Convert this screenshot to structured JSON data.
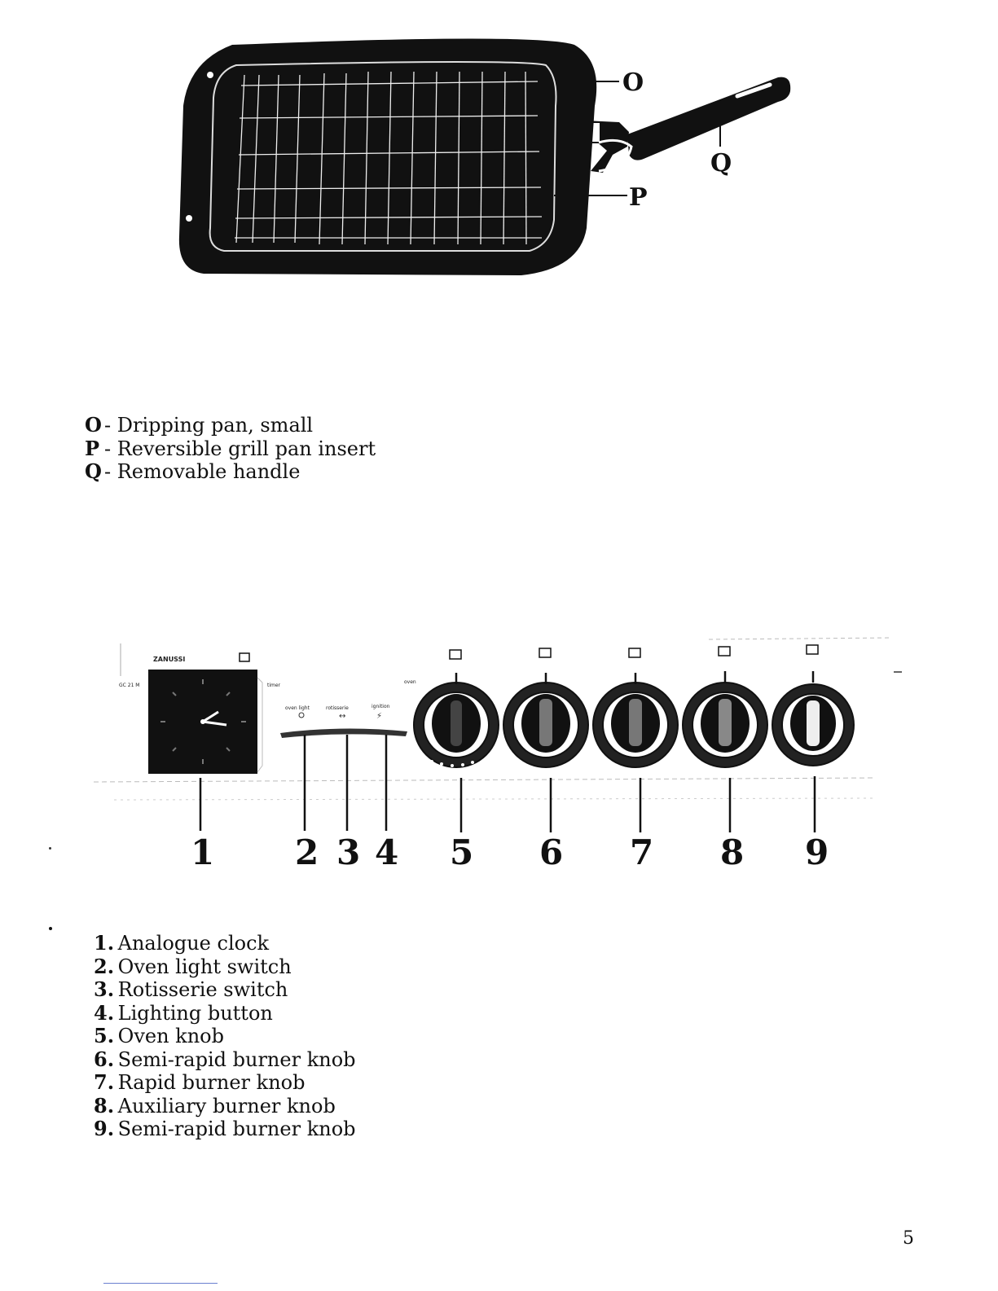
{
  "grill_figure": {
    "callouts": {
      "o": "O",
      "p": "P",
      "q": "Q"
    }
  },
  "accessory_legend": [
    {
      "key": "O",
      "text": "- Dripping pan, small"
    },
    {
      "key": "P",
      "text": "- Reversible grill pan insert"
    },
    {
      "key": "Q",
      "text": "- Removable handle"
    }
  ],
  "panel_figure": {
    "brand": "ZANUSSI",
    "model": "GC 21 M",
    "labels": {
      "timer": "timer",
      "oven": "oven",
      "oven_light": "oven light",
      "rotisserie": "rotisserie",
      "ignition": "ignition"
    },
    "numbers": [
      "1",
      "2",
      "3",
      "4",
      "5",
      "6",
      "7",
      "8",
      "9"
    ]
  },
  "controls_legend": [
    {
      "key": "1.",
      "text": "Analogue clock"
    },
    {
      "key": "2.",
      "text": "Oven light switch"
    },
    {
      "key": "3.",
      "text": "Rotisserie switch"
    },
    {
      "key": "4.",
      "text": "Lighting button"
    },
    {
      "key": "5.",
      "text": "Oven knob"
    },
    {
      "key": "6.",
      "text": "Semi-rapid burner knob"
    },
    {
      "key": "7.",
      "text": "Rapid burner knob"
    },
    {
      "key": "8.",
      "text": "Auxiliary burner knob"
    },
    {
      "key": "9.",
      "text": "Semi-rapid burner knob"
    }
  ],
  "page_number": "5"
}
